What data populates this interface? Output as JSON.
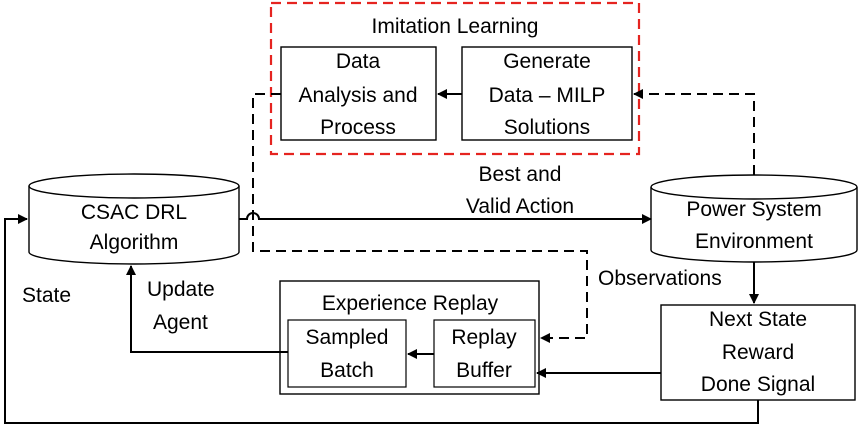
{
  "imitation": {
    "title": "Imitation Learning",
    "data_analysis": [
      "Data",
      "Analysis and",
      "Process"
    ],
    "generate_data": [
      "Generate",
      "Data – MILP",
      "Solutions"
    ]
  },
  "csac": [
    "CSAC DRL",
    "Algorithm"
  ],
  "power_system": [
    "Power System",
    "Environment"
  ],
  "best_action": [
    "Best and",
    "Valid Action"
  ],
  "observations": "Observations",
  "experience_replay": {
    "title": "Experience Replay",
    "sampled_batch": [
      "Sampled",
      "Batch"
    ],
    "replay_buffer": [
      "Replay",
      "Buffer"
    ]
  },
  "next_state": [
    "Next State",
    "Reward",
    "Done Signal"
  ],
  "state_label": "State",
  "update_agent": [
    "Update",
    "Agent"
  ],
  "colors": {
    "imitation_frame": "#e52420",
    "stroke": "#000000"
  }
}
